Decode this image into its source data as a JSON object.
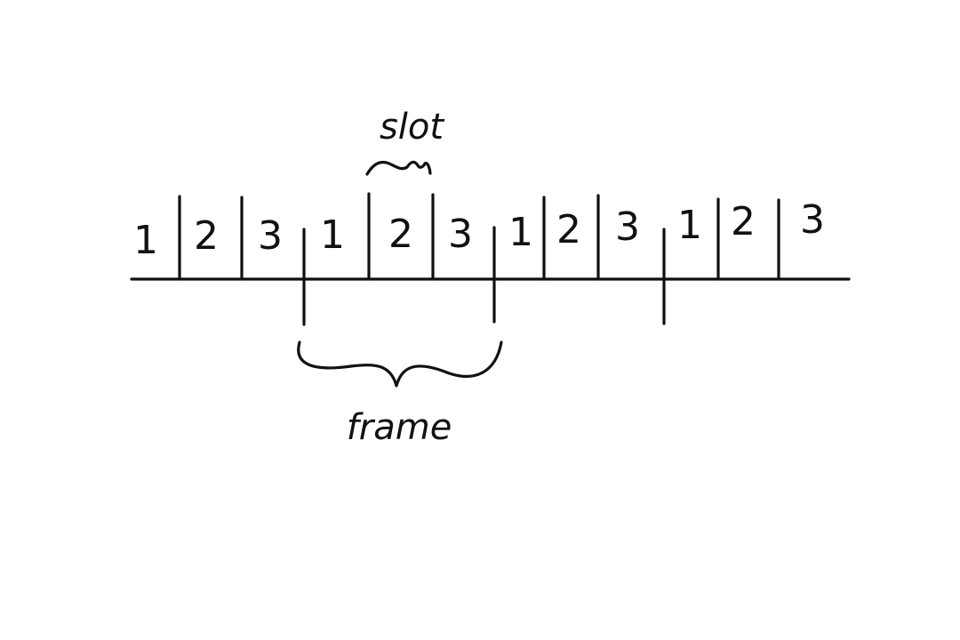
{
  "diagram": {
    "slot_label": "slot",
    "frame_label": "frame",
    "slot_numbers": [
      "1",
      "2",
      "3",
      "1",
      "2",
      "3",
      "1",
      "2",
      "3",
      "1",
      "2",
      "3"
    ],
    "ink_color": "#111111",
    "background_color": "#ffffff"
  }
}
